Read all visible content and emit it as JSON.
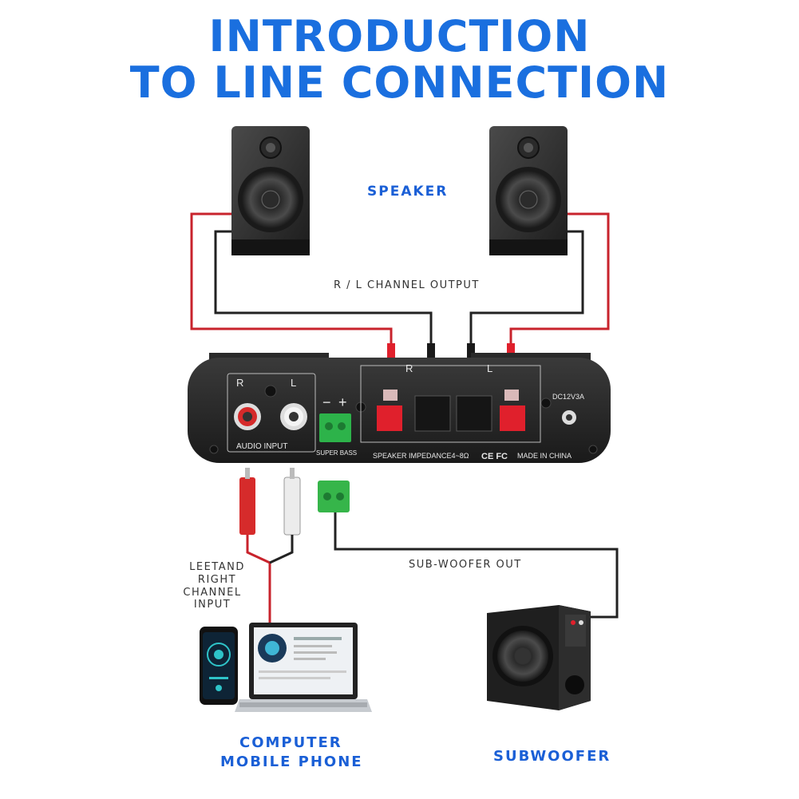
{
  "title": {
    "line1": "INTRODUCTION",
    "line2": "TO LINE CONNECTION"
  },
  "labels": {
    "speaker": "SPEAKER",
    "rl_output": "R / L  CHANNEL OUTPUT",
    "left_right_input_1": "LEETAND",
    "left_right_input_2": "RIGHT",
    "left_right_input_3": "CHANNEL INPUT",
    "subwoofer_out": "SUB-WOOFER OUT",
    "computer": "COMPUTER",
    "mobile_phone": "MOBILE PHONE",
    "subwoofer": "SUBWOOFER"
  },
  "amplifier": {
    "r": "R",
    "l": "L",
    "audio_input": "AUDIO INPUT",
    "minus": "−",
    "plus": "+",
    "super_bass": "SUPER BASS",
    "speaker_r": "R",
    "speaker_l": "L",
    "impedance": "SPEAKER IMPEDANCE4~8Ω",
    "ce_fc": "CE FC",
    "made_in": "MADE IN CHINA",
    "dc": "DC12V3A"
  },
  "colors": {
    "title_blue": "#1a6fdf",
    "label_blue": "#1a5fd6",
    "wire_red": "#c8232c",
    "wire_black": "#222222",
    "terminal_red": "#e0202c",
    "terminal_green": "#2db34a"
  }
}
